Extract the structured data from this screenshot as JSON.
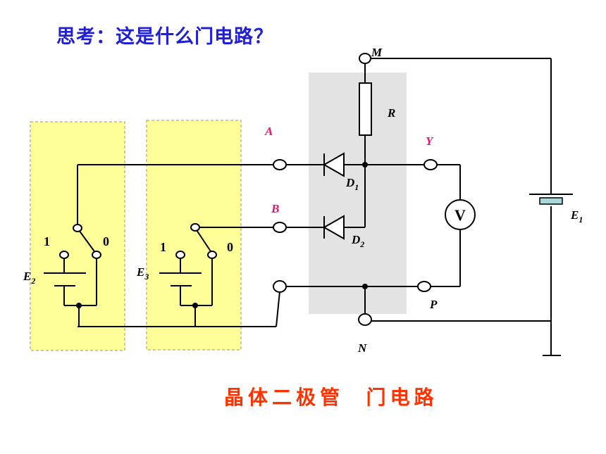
{
  "question": "思考：这是什么门电路？",
  "caption": "晶体二极管  门电路",
  "labels": {
    "M": "M",
    "R": "R",
    "A": "A",
    "Y": "Y",
    "B": "B",
    "D1": "D",
    "D1_sub": "1",
    "D2": "D",
    "D2_sub": "2",
    "V": "V",
    "E1": "E",
    "E1_sub": "1",
    "E2": "E",
    "E2_sub": "2",
    "E3": "E",
    "E3_sub": "3",
    "P": "P",
    "N": "N",
    "switch1_on": "1",
    "switch1_off": "0",
    "switch2_on": "1",
    "switch2_off": "0"
  },
  "colors": {
    "title": "#1f1fd6",
    "caption": "#ff3300",
    "terminal_label": "#e8156b",
    "gate_box": "#e3e3e3",
    "input_box": "#ffff99",
    "battery_plate": "#a8d8d8"
  }
}
